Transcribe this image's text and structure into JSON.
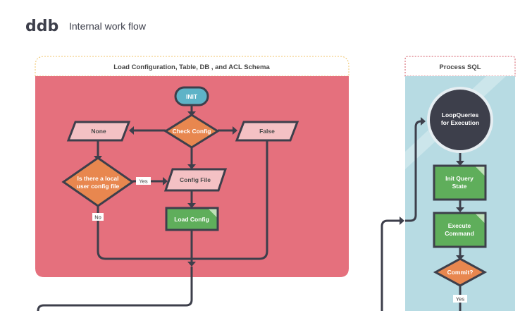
{
  "header": {
    "logo": "ddb",
    "subtitle": "Internal work flow"
  },
  "panels": {
    "load": {
      "title": "Load Configuration, Table, DB , and ACL Schema"
    },
    "process": {
      "title": "Process SQL"
    }
  },
  "nodes": {
    "init": "INIT",
    "check_config": "Check Config",
    "none": "None",
    "false": "False",
    "local_config": {
      "line1": "Is there a local",
      "line2": "user config file"
    },
    "config_file": "Config File",
    "load_config": "Load Config",
    "loop_queries": {
      "line1": "LoopQueries",
      "line2": "for Execution"
    },
    "init_query": {
      "line1": "Init Query",
      "line2": "State"
    },
    "execute_command": {
      "line1": "Execute",
      "line2": "Command"
    },
    "commit": "Commit?"
  },
  "edge_labels": {
    "yes_local": "Yes",
    "no_local": "No",
    "yes_commit": "Yes"
  },
  "colors": {
    "ink": "#3d3f4b",
    "load_panel": "#e5707d",
    "process_panel": "#b7dbe3",
    "start_node": "#5eb3c7",
    "decision": "#e8874f",
    "io_node": "#f4c1c4",
    "process_node": "#5fae5b",
    "loop_node": "#3d3f4b"
  }
}
